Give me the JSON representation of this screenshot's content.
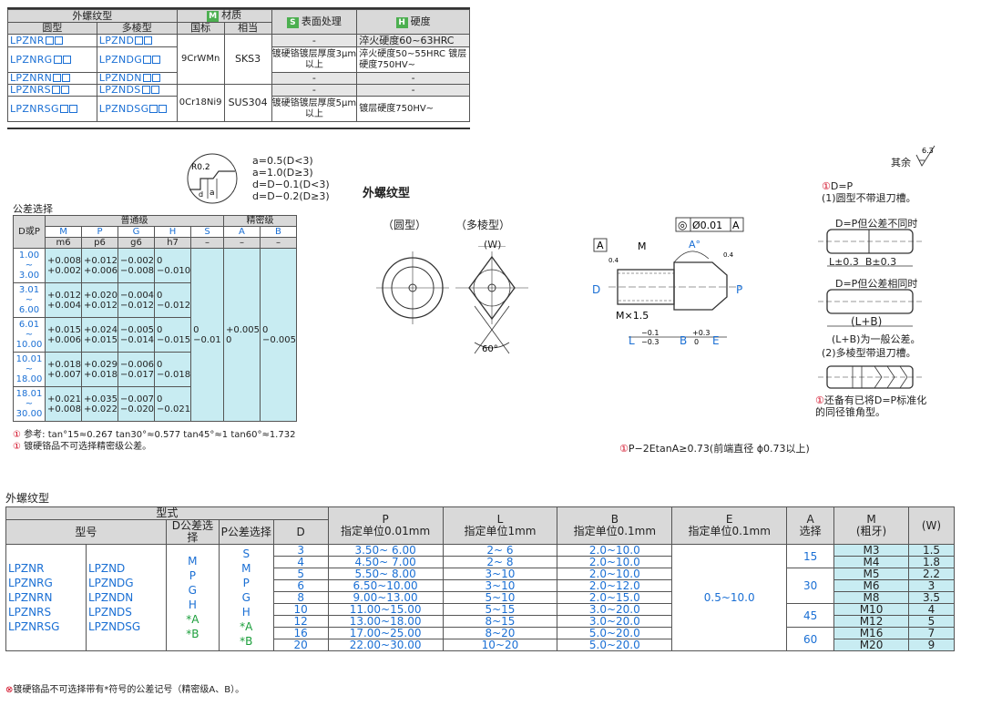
{
  "spec_table": {
    "header": {
      "external_thread": "外螺纹型",
      "round": "圆型",
      "polygon": "多棱型",
      "material_letter": "M",
      "material": "材质",
      "national": "国标",
      "equivalent": "相当",
      "surface_letter": "S",
      "surface": "表面处理",
      "hardness_letter": "H",
      "hardness": "硬度"
    },
    "rows": [
      {
        "round": "LPZNR",
        "poly": "LPZND",
        "surface": "-",
        "hardness": "淬火硬度60~63HRC"
      },
      {
        "round": "LPZNRG",
        "poly": "LPZNDG",
        "surface": "镀硬铬镀层厚度3μm以上",
        "hardness": "淬火硬度50~55HRC 镀层硬度750HV~"
      },
      {
        "round": "LPZNRN",
        "poly": "LPZNDN",
        "surface": "-",
        "hardness": "-"
      },
      {
        "round": "LPZNRS",
        "poly": "LPZNDS",
        "surface": "-",
        "hardness": "-"
      },
      {
        "round": "LPZNRSG",
        "poly": "LPZNDSG",
        "surface": "镀硬铬镀层厚度5μm以上",
        "hardness": "镀层硬度750HV~"
      }
    ],
    "materials": [
      {
        "national": "9CrWMn",
        "equivalent": "SKS3"
      },
      {
        "national": "0Cr18Ni9",
        "equivalent": "SUS304"
      }
    ]
  },
  "diagram_notes": {
    "chamfer": "R0.2",
    "a_lines": [
      "a=0.5(D<3)",
      "a=1.0(D≥3)",
      "d=D−0.1(D<3)",
      "d=D−0.2(D≥3)"
    ],
    "section_title": "外螺纹型",
    "round_label": "（圆型）",
    "poly_label": "（多棱型）",
    "w_label": "(W)",
    "angle": "60°",
    "rest_roughness": "其余",
    "roughness_val": "6.3",
    "geo_tol": "◎Ø0.01A",
    "dim_M": "M",
    "dim_A": "A°",
    "dim_D": "D",
    "dim_P": "P",
    "dim_Mx": "M×1.5",
    "dim_L": "L",
    "dim_L_tol": "−0.1 / −0.3",
    "dim_B": "B",
    "dim_B_tol": "+0.3 / 0",
    "dim_E": "E",
    "datum": "A",
    "rough_04": "0.4",
    "dp_title": "D=P",
    "dp_1": "(1)圆型不带退刀槽。",
    "dp_diff": "D=P但公差不同时",
    "dp_diff_dims": "L±0.3  B±0.3",
    "dp_same": "D=P但公差相同时",
    "dp_same_dim": "(L+B)",
    "lb_note": "(L+B)为一般公差。",
    "dp_2": "(2)多棱型带退刀槽。",
    "dp_note": "还备有已将D=P标准化的同径锥角型。",
    "ptan_note": "P−2EtanA≥0.73(前端直径 ϕ0.73以上)"
  },
  "tolerance_table": {
    "title": "公差选择",
    "dp_header": "D或P",
    "normal": "普通级",
    "precision": "精密级",
    "cols": [
      "M",
      "P",
      "G",
      "H",
      "S",
      "A",
      "B"
    ],
    "fits": [
      "m6",
      "p6",
      "g6",
      "h7",
      "–",
      "–",
      "–"
    ],
    "rows": [
      {
        "range": [
          "1.00",
          "~",
          "3.00"
        ],
        "m6": [
          "+0.008",
          "+0.002"
        ],
        "p6": [
          "+0.012",
          "+0.006"
        ],
        "g6": [
          "−0.002",
          "−0.008"
        ],
        "h7": [
          "0",
          "−0.010"
        ]
      },
      {
        "range": [
          "3.01",
          "~",
          "6.00"
        ],
        "m6": [
          "+0.012",
          "+0.004"
        ],
        "p6": [
          "+0.020",
          "+0.012"
        ],
        "g6": [
          "−0.004",
          "−0.012"
        ],
        "h7": [
          "0",
          "−0.012"
        ]
      },
      {
        "range": [
          "6.01",
          "~",
          "10.00"
        ],
        "m6": [
          "+0.015",
          "+0.006"
        ],
        "p6": [
          "+0.024",
          "+0.015"
        ],
        "g6": [
          "−0.005",
          "−0.014"
        ],
        "h7": [
          "0",
          "−0.015"
        ]
      },
      {
        "range": [
          "10.01",
          "~",
          "18.00"
        ],
        "m6": [
          "+0.018",
          "+0.007"
        ],
        "p6": [
          "+0.029",
          "+0.018"
        ],
        "g6": [
          "−0.006",
          "−0.017"
        ],
        "h7": [
          "0",
          "−0.018"
        ]
      },
      {
        "range": [
          "18.01",
          "~",
          "30.00"
        ],
        "m6": [
          "+0.021",
          "+0.008"
        ],
        "p6": [
          "+0.035",
          "+0.022"
        ],
        "g6": [
          "−0.007",
          "−0.020"
        ],
        "h7": [
          "0",
          "−0.021"
        ]
      }
    ],
    "S": [
      "0",
      "−0.01"
    ],
    "A": [
      "+0.005",
      "0"
    ],
    "B": [
      "0",
      "−0.005"
    ],
    "note1": "参考: tan°15≈0.267 tan30°≈0.577 tan45°≈1 tan60°≈1.732",
    "note2": "镀硬铬品不可选择精密级公差。"
  },
  "main_table": {
    "title": "外螺纹型",
    "header": {
      "type": "型式",
      "model": "型号",
      "d_tol": "D公差选择",
      "p_tol": "P公差选择",
      "D": "D",
      "P": "P",
      "P_unit": "指定单位0.01mm",
      "L": "L",
      "L_unit": "指定单位1mm",
      "B": "B",
      "B_unit": "指定单位0.1mm",
      "E": "E",
      "E_unit": "指定单位0.1mm",
      "A": "A",
      "A_unit": "选择",
      "M": "M",
      "M_unit": "(粗牙)",
      "W": "(W)"
    },
    "models_round": [
      "LPZNR",
      "LPZNRG",
      "LPZNRN",
      "LPZNRS",
      "LPZNRSG"
    ],
    "models_poly": [
      "LPZND",
      "LPZNDG",
      "LPZNDN",
      "LPZNDS",
      "LPZNDSG"
    ],
    "d_tol": [
      "M",
      "P",
      "G",
      "H",
      "*A",
      "*B"
    ],
    "p_tol": [
      "S",
      "M",
      "P",
      "G",
      "H",
      "*A",
      "*B"
    ],
    "E_value": "0.5~10.0",
    "A_values": [
      "15",
      "30",
      "45",
      "60"
    ],
    "rows": [
      {
        "D": "3",
        "P": "3.50~ 6.00",
        "L": "2~ 6",
        "B": "2.0~10.0",
        "M": "M3",
        "W": "1.5"
      },
      {
        "D": "4",
        "P": "4.50~ 7.00",
        "L": "2~ 8",
        "B": "2.0~10.0",
        "M": "M4",
        "W": "1.8"
      },
      {
        "D": "5",
        "P": "5.50~ 8.00",
        "L": "3~10",
        "B": "2.0~10.0",
        "M": "M5",
        "W": "2.2"
      },
      {
        "D": "6",
        "P": "6.50~10.00",
        "L": "3~10",
        "B": "2.0~12.0",
        "M": "M6",
        "W": "3"
      },
      {
        "D": "8",
        "P": "9.00~13.00",
        "L": "5~10",
        "B": "2.0~15.0",
        "M": "M8",
        "W": "3.5"
      },
      {
        "D": "10",
        "P": "11.00~15.00",
        "L": "5~15",
        "B": "3.0~20.0",
        "M": "M10",
        "W": "4"
      },
      {
        "D": "12",
        "P": "13.00~18.00",
        "L": "8~15",
        "B": "3.0~20.0",
        "M": "M12",
        "W": "5"
      },
      {
        "D": "16",
        "P": "17.00~25.00",
        "L": "8~20",
        "B": "5.0~20.0",
        "M": "M16",
        "W": "7"
      },
      {
        "D": "20",
        "P": "22.00~30.00",
        "L": "10~20",
        "B": "5.0~20.0",
        "M": "M20",
        "W": "9"
      }
    ],
    "footnote": "镀硬铬品不可选择带有*符号的公差记号（精密级A、B）。"
  }
}
